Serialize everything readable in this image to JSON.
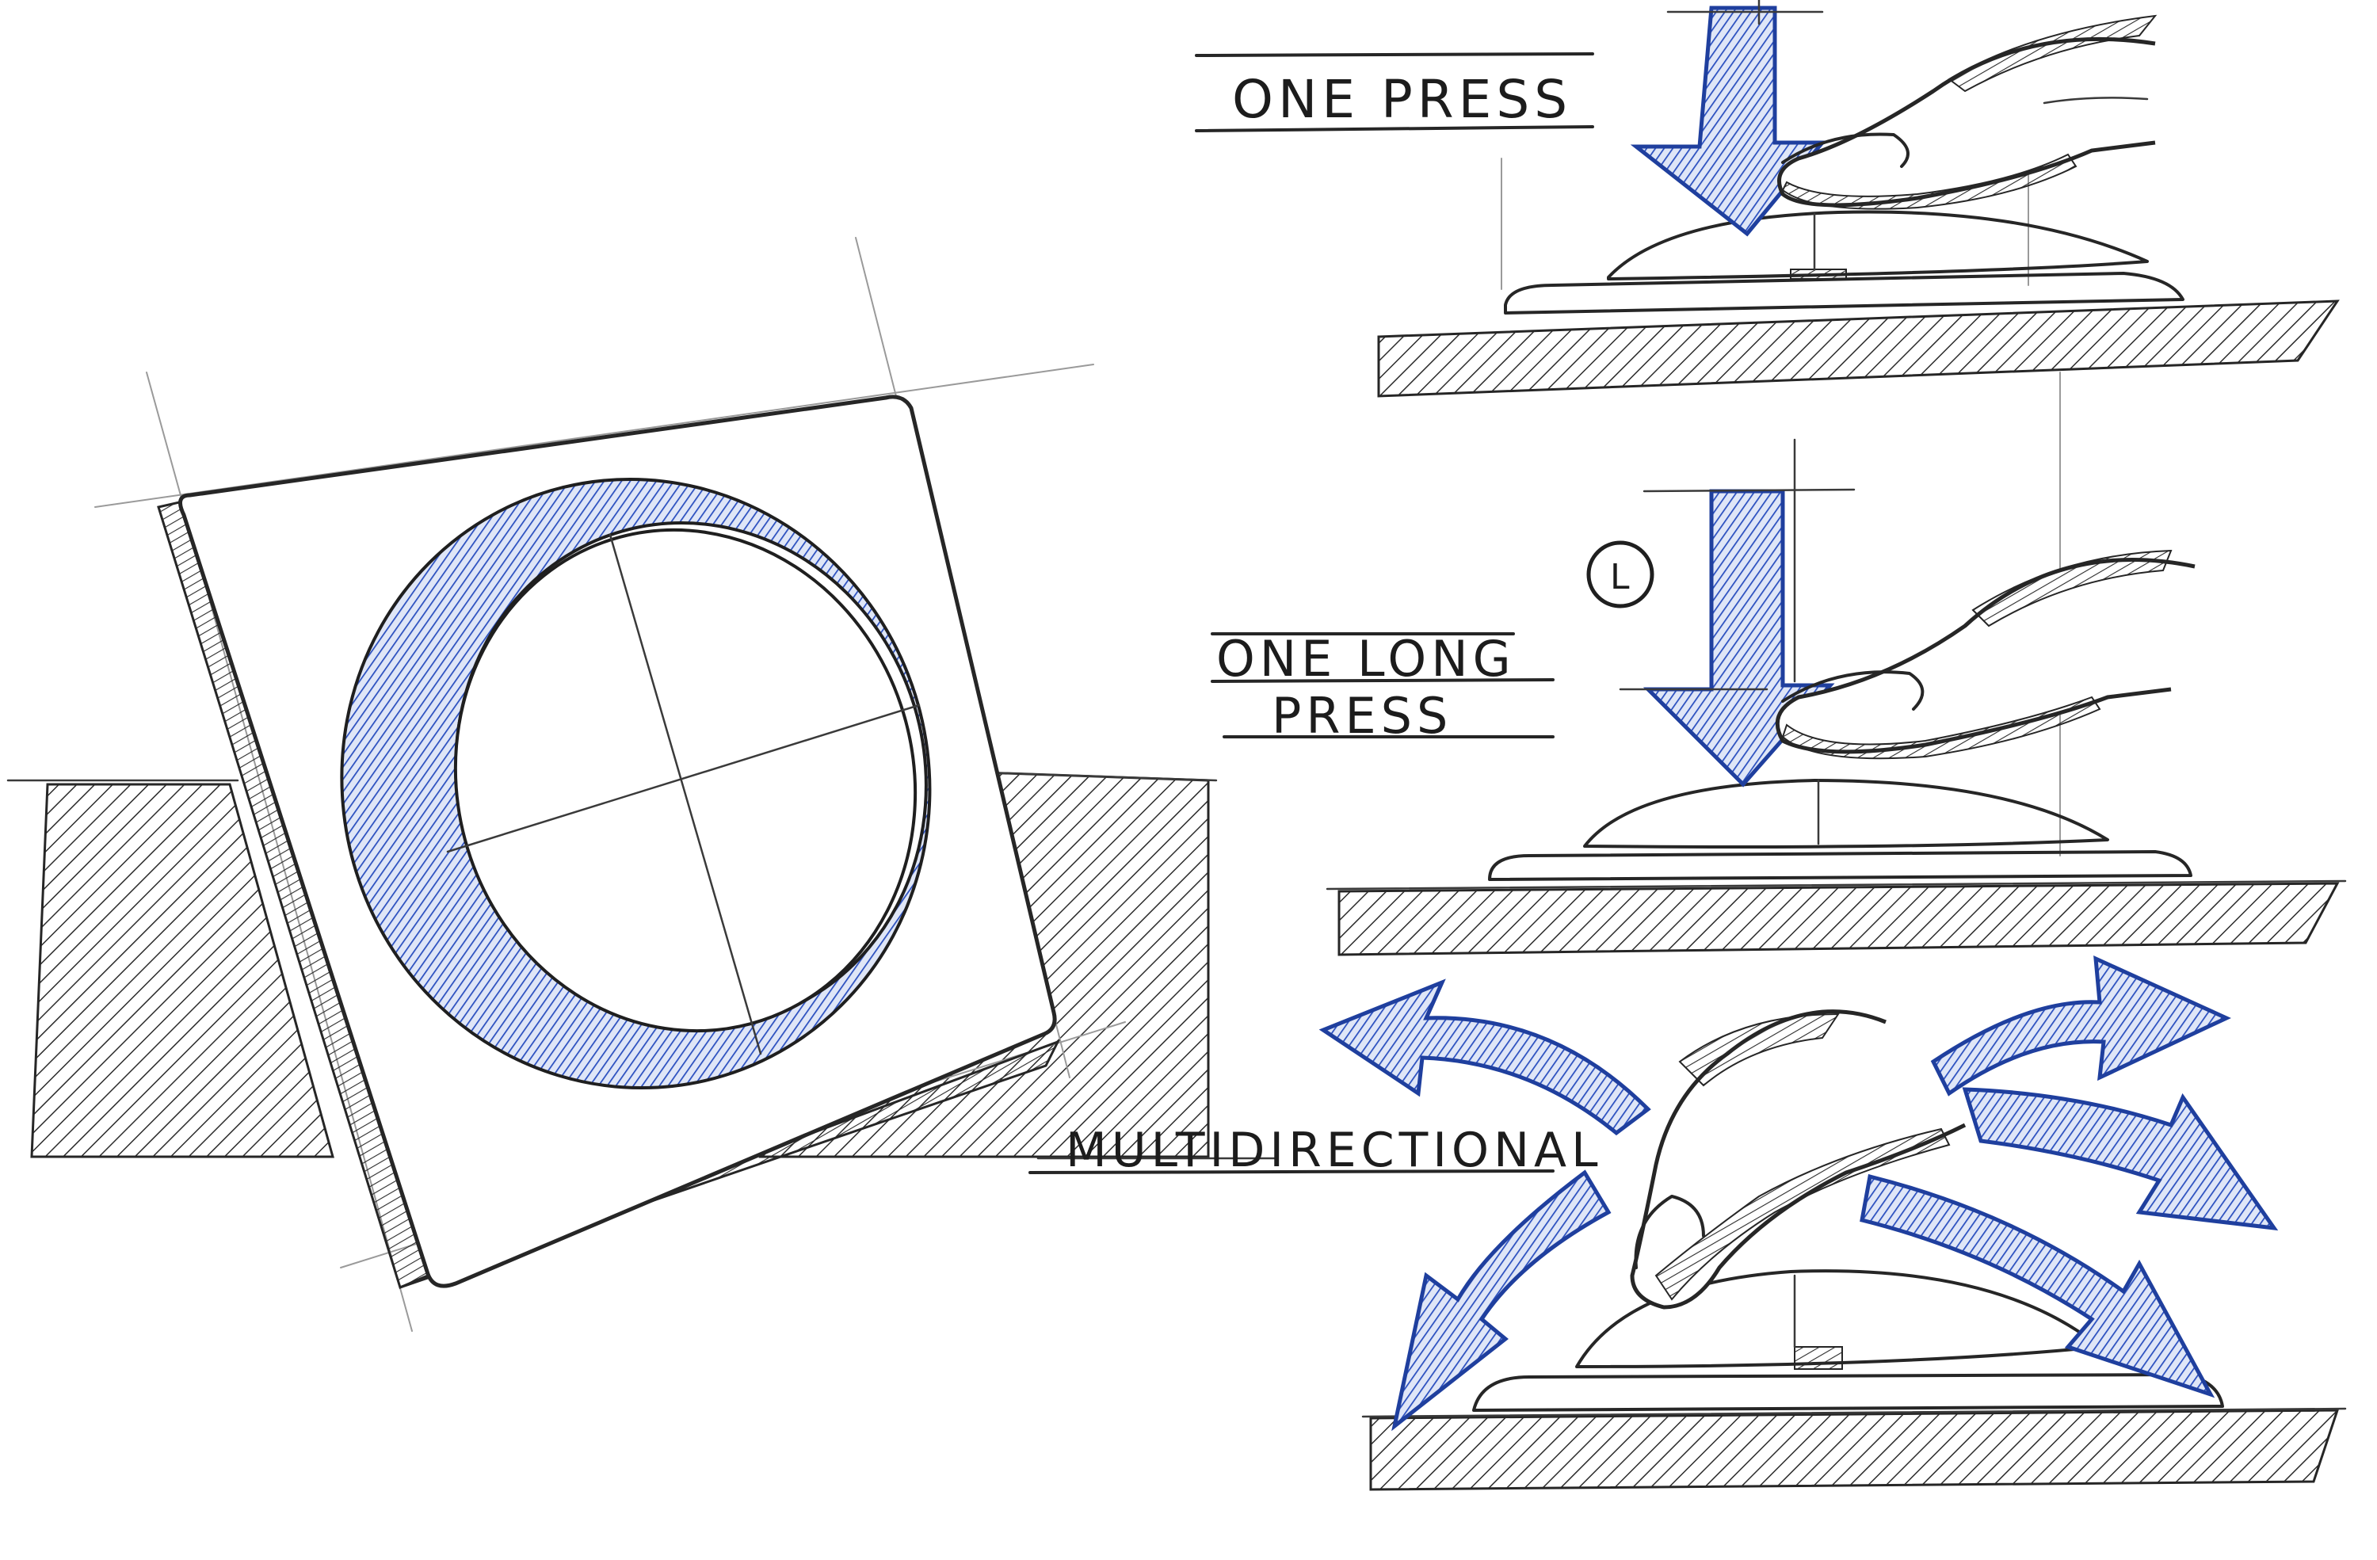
{
  "colors": {
    "ink": "#262626",
    "blue": "#2a4fbf",
    "blue_dark": "#1f3f9e",
    "paper": "#ffffff"
  },
  "labels": {
    "one_press": "ONE PRESS",
    "one_long_press_line1": "ONE LONG",
    "one_long_press_line2": "PRESS",
    "multidirectional": "MULTIDIRECTIONAL",
    "clock_mark": "L"
  },
  "icons": {
    "clock": "clock-icon",
    "press_arrow": "down-arrow-icon",
    "finger": "finger-icon"
  }
}
